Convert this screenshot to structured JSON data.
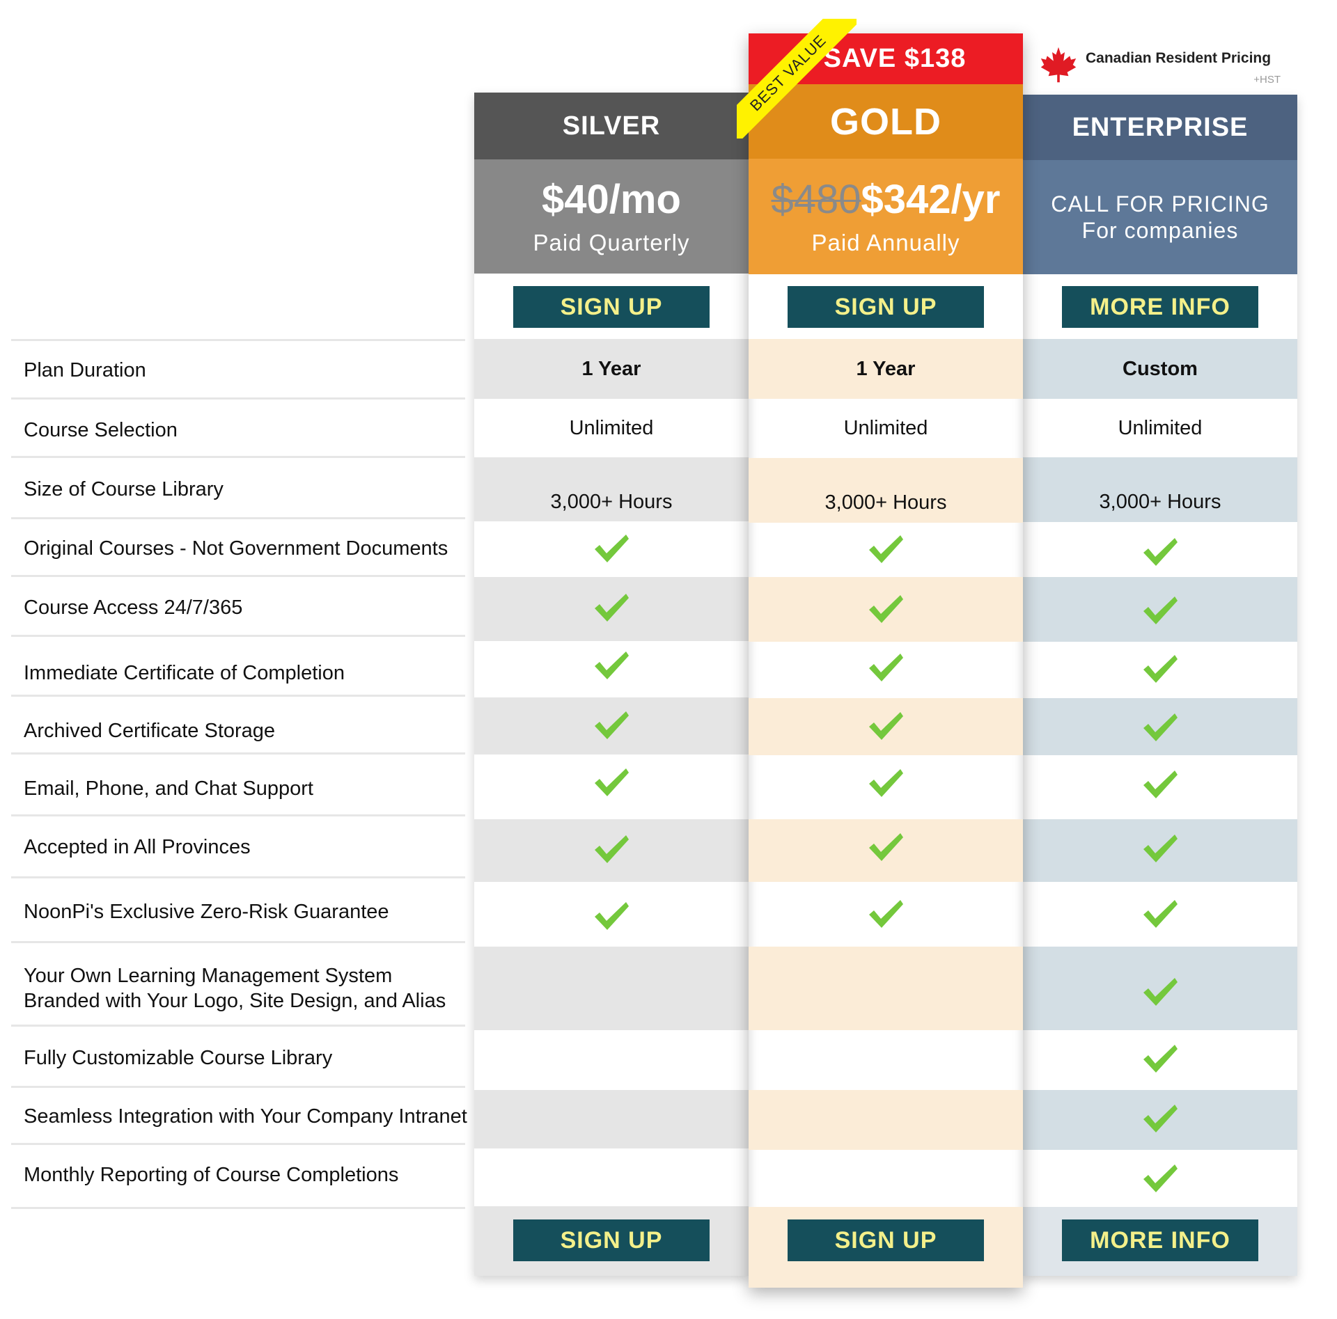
{
  "badge": {
    "best_value": "BEST VALUE",
    "save": "SAVE $138"
  },
  "canada": {
    "label": "Canadian Resident Pricing",
    "tax": "+HST",
    "icon": "maple-leaf-icon"
  },
  "features": [
    "Plan Duration",
    "Course Selection",
    "Size of Course Library",
    "Original Courses - Not Government Documents",
    "Course Access 24/7/365",
    "Immediate Certificate of Completion",
    "Archived Certificate Storage",
    "Email, Phone, and Chat Support",
    "Accepted in All Provinces",
    "NoonPi's Exclusive Zero-Risk Guarantee",
    "Your Own Learning Management System",
    "Branded with Your Logo, Site Design, and Alias",
    "Fully Customizable Course Library",
    "Seamless Integration with Your Company Intranet",
    "Monthly Reporting of Course Completions"
  ],
  "plans": {
    "silver": {
      "name": "SILVER",
      "price": "$40/mo",
      "billing": "Paid Quarterly",
      "cta": "SIGN UP",
      "duration": "1 Year",
      "selection": "Unlimited",
      "library": "3,000+ Hours",
      "colors": {
        "header": "#555555",
        "price": "#888888",
        "stripe": "#e5e5e5"
      }
    },
    "gold": {
      "name": "GOLD",
      "old_price": "$480",
      "price": "$342/yr",
      "billing": "Paid Annually",
      "cta": "SIGN UP",
      "duration": "1 Year",
      "selection": "Unlimited",
      "library": "3,000+ Hours",
      "colors": {
        "header": "#e08c1a",
        "price": "#ef9e35",
        "stripe": "#fbecd7"
      }
    },
    "enterprise": {
      "name": "ENTERPRISE",
      "pricing_line1": "CALL FOR PRICING",
      "pricing_line2": "For companies",
      "cta": "MORE INFO",
      "duration": "Custom",
      "selection": "Unlimited",
      "library": "3,000+ Hours",
      "colors": {
        "header": "#4d6280",
        "price": "#5e7898",
        "stripe": "#d3dee4"
      }
    }
  },
  "colors": {
    "button_bg": "#154f5b",
    "button_text": "#f4f08a",
    "check": "#74c83c"
  },
  "checks": {
    "silver": [
      true,
      true,
      true,
      true,
      true,
      true,
      true,
      false,
      false,
      false,
      false
    ],
    "gold": [
      true,
      true,
      true,
      true,
      true,
      true,
      true,
      false,
      false,
      false,
      false
    ],
    "enterprise": [
      true,
      true,
      true,
      true,
      true,
      true,
      true,
      true,
      true,
      true,
      true
    ]
  }
}
